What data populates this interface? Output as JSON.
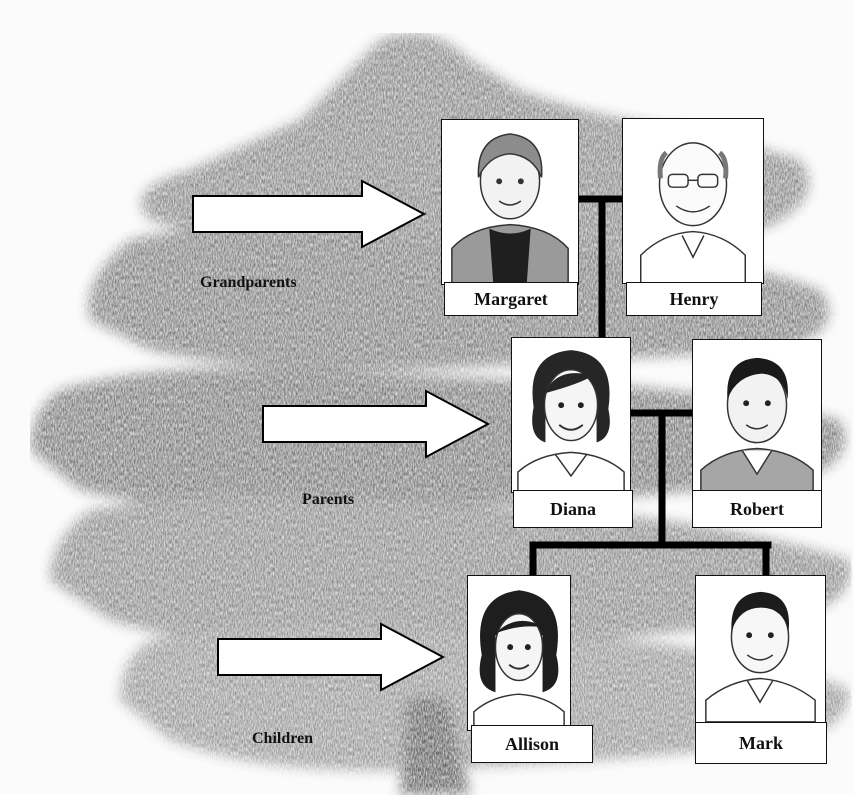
{
  "generations": {
    "grandparents": "Grandparents",
    "parents": "Parents",
    "children": "Children"
  },
  "people": {
    "margaret": "Margaret",
    "henry": "Henry",
    "diana": "Diana",
    "robert": "Robert",
    "allison": "Allison",
    "mark": "Mark"
  }
}
